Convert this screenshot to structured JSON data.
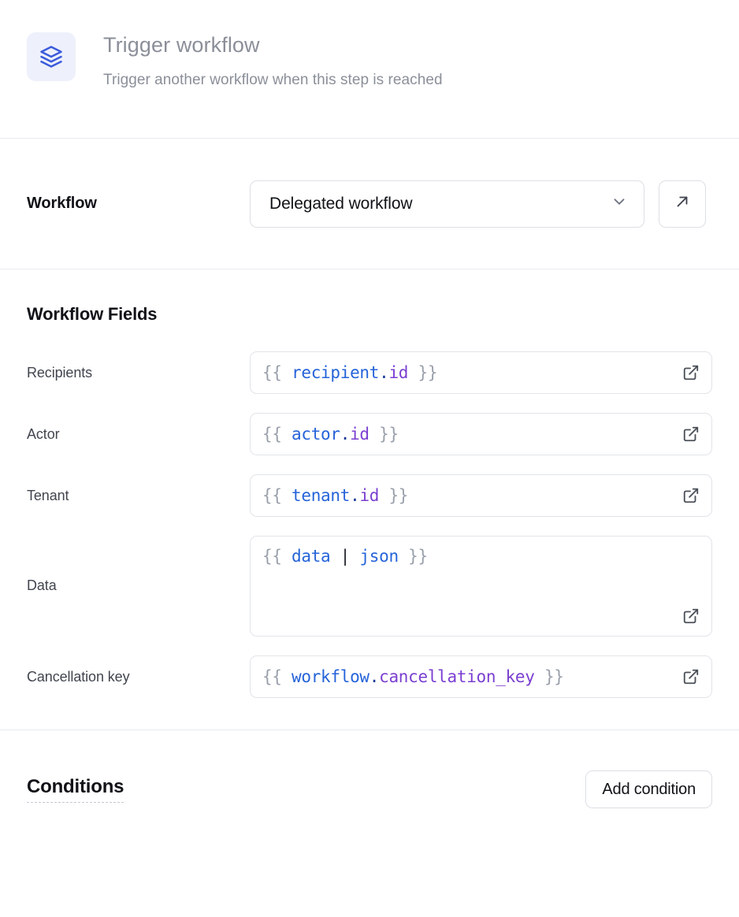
{
  "header": {
    "icon": "layers-icon",
    "title": "Trigger workflow",
    "subtitle": "Trigger another workflow when this step is reached",
    "icon_color": "#3b5bdb",
    "icon_bg": "#eef1fb",
    "text_color": "#8b8f99"
  },
  "workflow_section": {
    "label": "Workflow",
    "select": {
      "value": "Delegated workflow",
      "chevron_icon": "chevron-down-icon"
    },
    "open_button": {
      "icon": "arrow-up-right-icon",
      "label": ""
    }
  },
  "fields_section": {
    "title": "Workflow Fields",
    "fields": [
      {
        "label": "Recipients",
        "type": "input",
        "value": "{{ recipient.id }}",
        "tokens": [
          {
            "text": "{{ ",
            "kind": "brace"
          },
          {
            "text": "recipient",
            "kind": "var"
          },
          {
            "text": ".",
            "kind": "dot"
          },
          {
            "text": "id",
            "kind": "prop"
          },
          {
            "text": " }}",
            "kind": "brace"
          }
        ],
        "action_icon": "external-link-icon"
      },
      {
        "label": "Actor",
        "type": "input",
        "value": "{{ actor.id }}",
        "tokens": [
          {
            "text": "{{ ",
            "kind": "brace"
          },
          {
            "text": "actor",
            "kind": "var"
          },
          {
            "text": ".",
            "kind": "dot"
          },
          {
            "text": "id",
            "kind": "prop"
          },
          {
            "text": " }}",
            "kind": "brace"
          }
        ],
        "action_icon": "external-link-icon"
      },
      {
        "label": "Tenant",
        "type": "input",
        "value": "{{ tenant.id }}",
        "tokens": [
          {
            "text": "{{ ",
            "kind": "brace"
          },
          {
            "text": "tenant",
            "kind": "var"
          },
          {
            "text": ".",
            "kind": "dot"
          },
          {
            "text": "id",
            "kind": "prop"
          },
          {
            "text": " }}",
            "kind": "brace"
          }
        ],
        "action_icon": "external-link-icon"
      },
      {
        "label": "Data",
        "type": "textarea",
        "value": "{{ data | json }}",
        "tokens": [
          {
            "text": "{{ ",
            "kind": "brace"
          },
          {
            "text": "data",
            "kind": "var"
          },
          {
            "text": " ",
            "kind": "brace"
          },
          {
            "text": "|",
            "kind": "pipe"
          },
          {
            "text": " ",
            "kind": "brace"
          },
          {
            "text": "json",
            "kind": "var"
          },
          {
            "text": " }}",
            "kind": "brace"
          }
        ],
        "action_icon": "external-link-icon"
      },
      {
        "label": "Cancellation key",
        "type": "input",
        "value": "{{ workflow.cancellation_key }}",
        "tokens": [
          {
            "text": "{{ ",
            "kind": "brace"
          },
          {
            "text": "workflow",
            "kind": "var"
          },
          {
            "text": ".",
            "kind": "dot"
          },
          {
            "text": "cancellation_key",
            "kind": "prop"
          },
          {
            "text": " }}",
            "kind": "brace"
          }
        ],
        "action_icon": "external-link-icon"
      }
    ]
  },
  "conditions_section": {
    "title": "Conditions",
    "add_button_label": "Add condition"
  },
  "colors": {
    "accent": "#3b5bdb",
    "token_var": "#2563d9",
    "token_prop": "#7b3fd1",
    "token_brace": "#9aa0ab",
    "border": "#dcdfe4",
    "divider": "#e8eaee",
    "text_primary": "#101217",
    "text_muted": "#8b8f99"
  }
}
